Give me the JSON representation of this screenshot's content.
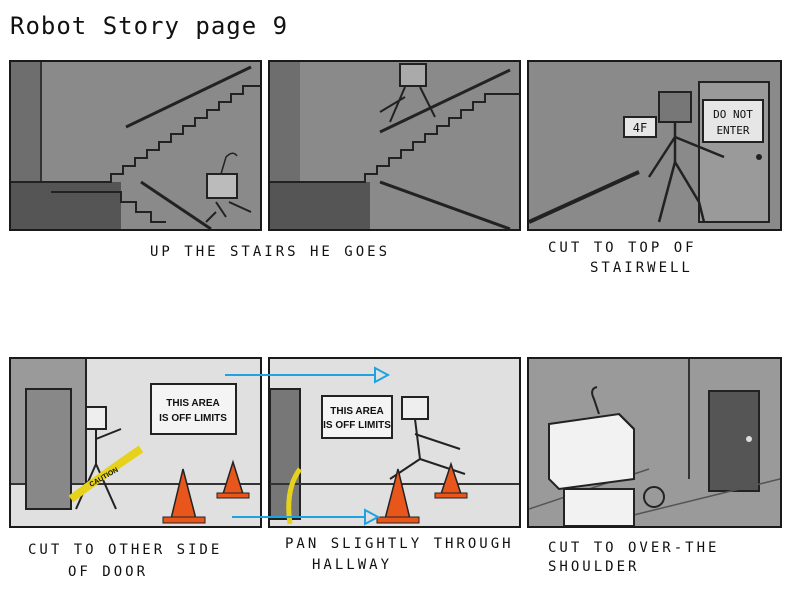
{
  "page": {
    "title": "Robot Story page 9"
  },
  "panels": [
    {
      "id": 1,
      "caption": "UP THE STAIRS  HE  GOES"
    },
    {
      "id": 2,
      "caption": ""
    },
    {
      "id": 3,
      "caption_line1": "CUT  TO TOP  OF",
      "caption_line2": "STAIRWELL",
      "sign_floor": "4F",
      "sign_door_line1": "DO NOT",
      "sign_door_line2": "ENTER"
    },
    {
      "id": 4,
      "caption_line1": "CUT TO OTHER SIDE",
      "caption_line2": "OF DOOR",
      "sign_line1": "THIS AREA",
      "sign_line2": "IS OFF LIMITS",
      "tape_text": "CAUTION"
    },
    {
      "id": 5,
      "caption_line1": "PAN  SLIGHTLY THROUGH",
      "caption_line2": "HALLWAY",
      "sign_line1": "THIS AREA",
      "sign_line2": "IS OFF LIMITS"
    },
    {
      "id": 6,
      "caption_line1": "CUT   TO OVER-THE",
      "caption_line2": "SHOULDER"
    }
  ],
  "colors": {
    "panel_gray": "#8c8c8c",
    "light_gray": "#dcdcdc",
    "arrow_blue": "#1fa3e0",
    "cone_orange": "#e8561c",
    "tape_yellow": "#e6d21a"
  }
}
